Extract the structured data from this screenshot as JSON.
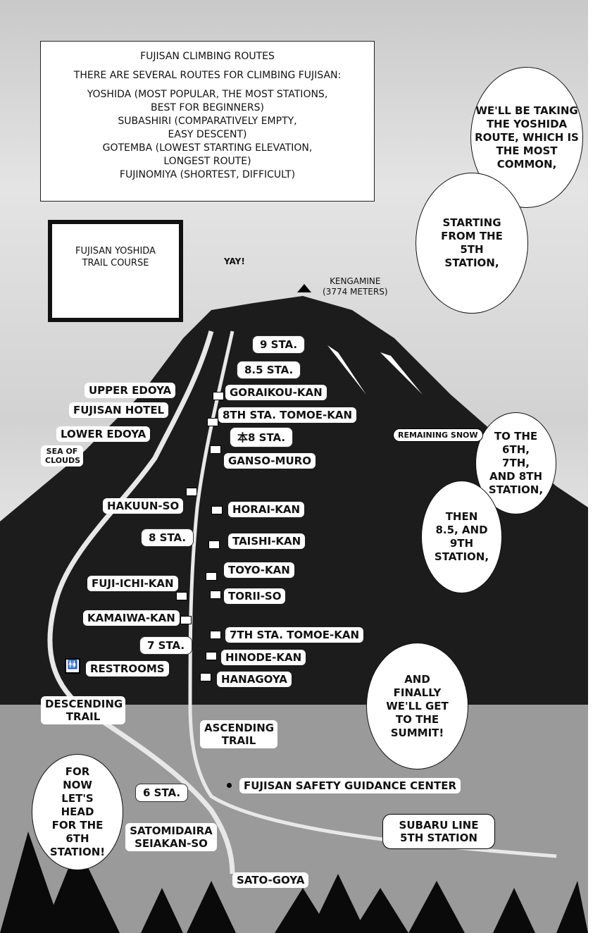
{
  "info_box": {
    "title": "FUJISAN CLIMBING ROUTES",
    "intro": "THERE ARE SEVERAL ROUTES FOR CLIMBING FUJISAN:",
    "routes": [
      "YOSHIDA (MOST POPULAR, THE MOST STATIONS,",
      "BEST FOR BEGINNERS)",
      "SUBASHIRI (COMPARATIVELY EMPTY,",
      "EASY DESCENT)",
      "GOTEMBA (LOWEST STARTING ELEVATION,",
      "LONGEST ROUTE)",
      "FUJINOMIYA (SHORTEST, DIFFICULT)"
    ]
  },
  "course_box": {
    "title": "FUJISAN YOSHIDA TRAIL COURSE"
  },
  "bubbles": [
    "WE'LL BE TAKING THE YOSHIDA ROUTE, WHICH IS THE MOST COMMON,",
    "STARTING FROM THE 5TH STATION,",
    "TO THE 6TH, 7TH, AND 8TH STATION,",
    "THEN 8.5, AND 9TH STATION,",
    "AND FINALLY WE'LL GET TO THE SUMMIT!",
    "FOR NOW LET'S HEAD FOR THE 6TH STATION!"
  ],
  "yay": "YAY!",
  "summit": {
    "name": "KENGAMINE",
    "elevation": "(3774 METERS)"
  },
  "stations": [
    "9 STA.",
    "8.5 STA.",
    "本8 STA.",
    "8 STA.",
    "7 STA.",
    "6 STA."
  ],
  "huts": [
    "GORAIKOU-KAN",
    "8TH STA. TOMOE-KAN",
    "GANSO-MURO",
    "UPPER EDOYA",
    "FUJISAN HOTEL",
    "LOWER EDOYA",
    "HAKUUN-SO",
    "HORAI-KAN",
    "TAISHI-KAN",
    "TOYO-KAN",
    "TORII-SO",
    "FUJI-ICHI-KAN",
    "KAMAIWA-KAN",
    "7TH STA. TOMOE-KAN",
    "HINODE-KAN",
    "HANAGOYA",
    "RESTROOMS"
  ],
  "notes": {
    "snow": "REMAINING SNOW",
    "clouds": "SEA OF CLOUDS",
    "descending": "DESCENDING TRAIL",
    "ascending": "ASCENDING TRAIL",
    "guidance": "FUJISAN SAFETY GUIDANCE CENTER",
    "subaru": "SUBARU LINE 5TH STATION",
    "satomidaira": "SATOMIDAIRA SEIAKAN-SO",
    "satogoya": "SATO-GOYA"
  }
}
